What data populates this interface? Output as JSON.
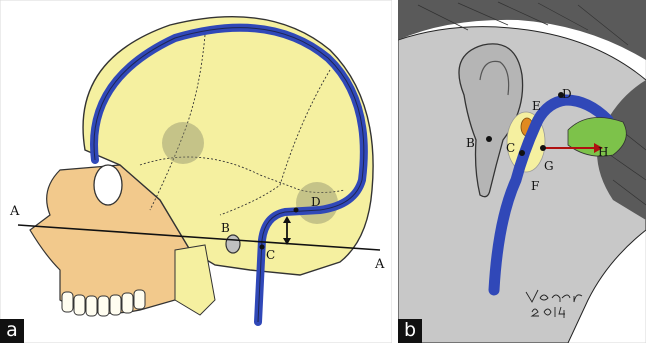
{
  "panel_a": {
    "tag": "a",
    "labels": {
      "plane_left": "A",
      "plane_right": "A",
      "b": "B",
      "c": "C",
      "d": "D"
    }
  },
  "panel_b": {
    "tag": "b",
    "labels": {
      "b": "B",
      "c": "C",
      "d": "D",
      "e": "E",
      "f": "F",
      "g": "G",
      "h": "H"
    },
    "signature": "Vaner 2014"
  },
  "colors": {
    "skull_fill": "#f5f0a0",
    "face_fill": "#f2c98c",
    "sinus_blue": "#3048b8",
    "skin_gray": "#c8c8c8",
    "hair_dark": "#5a5a5a",
    "muscle_green": "#7dc24a",
    "arrow_red": "#b01010"
  }
}
